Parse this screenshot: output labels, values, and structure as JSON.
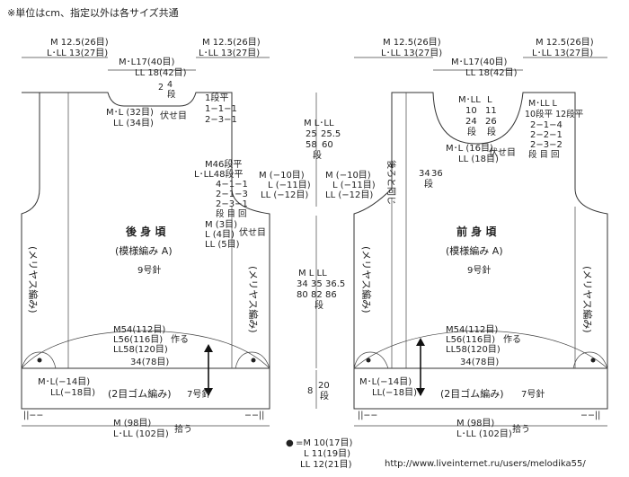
{
  "header_note": "※単位はcm、指定以外は各サイズ共通",
  "watermark": "http://www.liveinternet.ru/users/melodika55/",
  "back": {
    "title": "後 身 頃",
    "pattern": "(模様編み A)",
    "needle": "9号針",
    "shoulder_ml": "M 12.5(26目)",
    "shoulder_lll": "L･LL 13(27目)",
    "neck_ml": "M･L17(40目)",
    "neck_lll": "LL 18(42目)",
    "neck_depth_a": "2",
    "neck_depth_b": "4",
    "neck_depth_c": "段",
    "bindoff_ml": "M･L (32目)",
    "bindoff_lll": "LL (34目)",
    "bindoff_label": "伏せ目",
    "neck_dec": [
      "1段平",
      "1−1−1",
      "2−3−1"
    ],
    "armhole_dec": [
      "M46段平",
      "L･LL48段平",
      "4−1−1",
      "2−1−3",
      "2−3−1",
      "段 目 回"
    ],
    "armhole_bo": [
      "M (3目)",
      "L (4目)",
      "LL (5目)"
    ],
    "armhole_bo_label": "伏せ目",
    "side_left": "(メリヤス編み)",
    "side_right": "(メリヤス編み)",
    "cast_ml": "M54(112目)",
    "cast_l": "L56(116目)",
    "cast_ll": "LL58(120目)",
    "cast_label": "作る",
    "ease_34": "34(78目)",
    "rib_left_ml": "M･L(−14目)",
    "rib_left_ll": "LL(−18目)",
    "rib_label": "(2目ゴム編み)",
    "rib_needle": "7号針",
    "bottom_m": "M (98目)",
    "bottom_lll": "L･LL (102目)",
    "bottom_label": "拾う",
    "rib_marks_left": "||−−",
    "rib_marks_right": "−−||"
  },
  "center": {
    "armhole_head": "M  L･LL",
    "armhole_a": "25",
    "armhole_b": "25.5",
    "armhole_c": "58",
    "armhole_d": "60",
    "armhole_unit": "段",
    "mid_left_m": "M (−10目)",
    "mid_left_l": "L (−11目)",
    "mid_left_ll": "LL (−12目)",
    "body_head": "M  L  LL",
    "body_a": "34",
    "body_b": "35",
    "body_c": "36.5",
    "body_d": "80",
    "body_e": "82",
    "body_f": "86",
    "body_unit": "段",
    "rib_len": "8",
    "rib_rows": "20",
    "rib_unit": "段",
    "legend_symbol": "●",
    "legend_m": "=M 10(17目)",
    "legend_l": "L 11(19目)",
    "legend_ll": "LL 12(21目)"
  },
  "front": {
    "title": "前 身 頃",
    "pattern": "(模様編み A)",
    "needle": "9号針",
    "shoulder_ml": "M 12.5(26目)",
    "shoulder_lll": "L･LL 13(27目)",
    "neck_ml": "M･L17(40目)",
    "neck_lll": "LL 18(42目)",
    "neck_center": [
      "M･LL",
      "10",
      "24",
      "段"
    ],
    "neck_center2": [
      "L",
      "11",
      "26",
      "段"
    ],
    "neck_side": [
      "M･LL  L",
      "10段平 12段平",
      "2−1−4",
      "2−2−1",
      "2−3−2",
      "段 目 回"
    ],
    "bindoff_ml": "M･L (16目)",
    "bindoff_lll": "LL (18目)",
    "bindoff_label": "伏せ目",
    "neck_depth_a": "34",
    "neck_depth_b": "36",
    "neck_depth_unit": "段",
    "same_as_back": "後ろと同じ",
    "armhole_m": "M (−10目)",
    "armhole_l": "L (−11目)",
    "armhole_ll": "LL (−12目)",
    "side_left": "(メリヤス編み)",
    "side_right": "(メリヤス編み)",
    "cast_ml": "M54(112目)",
    "cast_l": "L56(116目)",
    "cast_ll": "LL58(120目)",
    "cast_label": "作る",
    "ease_34": "34(78目)",
    "rib_left_ml": "M･L(−14目)",
    "rib_left_ll": "LL(−18目)",
    "rib_label": "(2目ゴム編み)",
    "rib_needle": "7号針",
    "bottom_m": "M (98目)",
    "bottom_lll": "L･LL (102目)",
    "bottom_label": "拾う",
    "rib_marks_left": "||−−",
    "rib_marks_right": "−−||"
  }
}
